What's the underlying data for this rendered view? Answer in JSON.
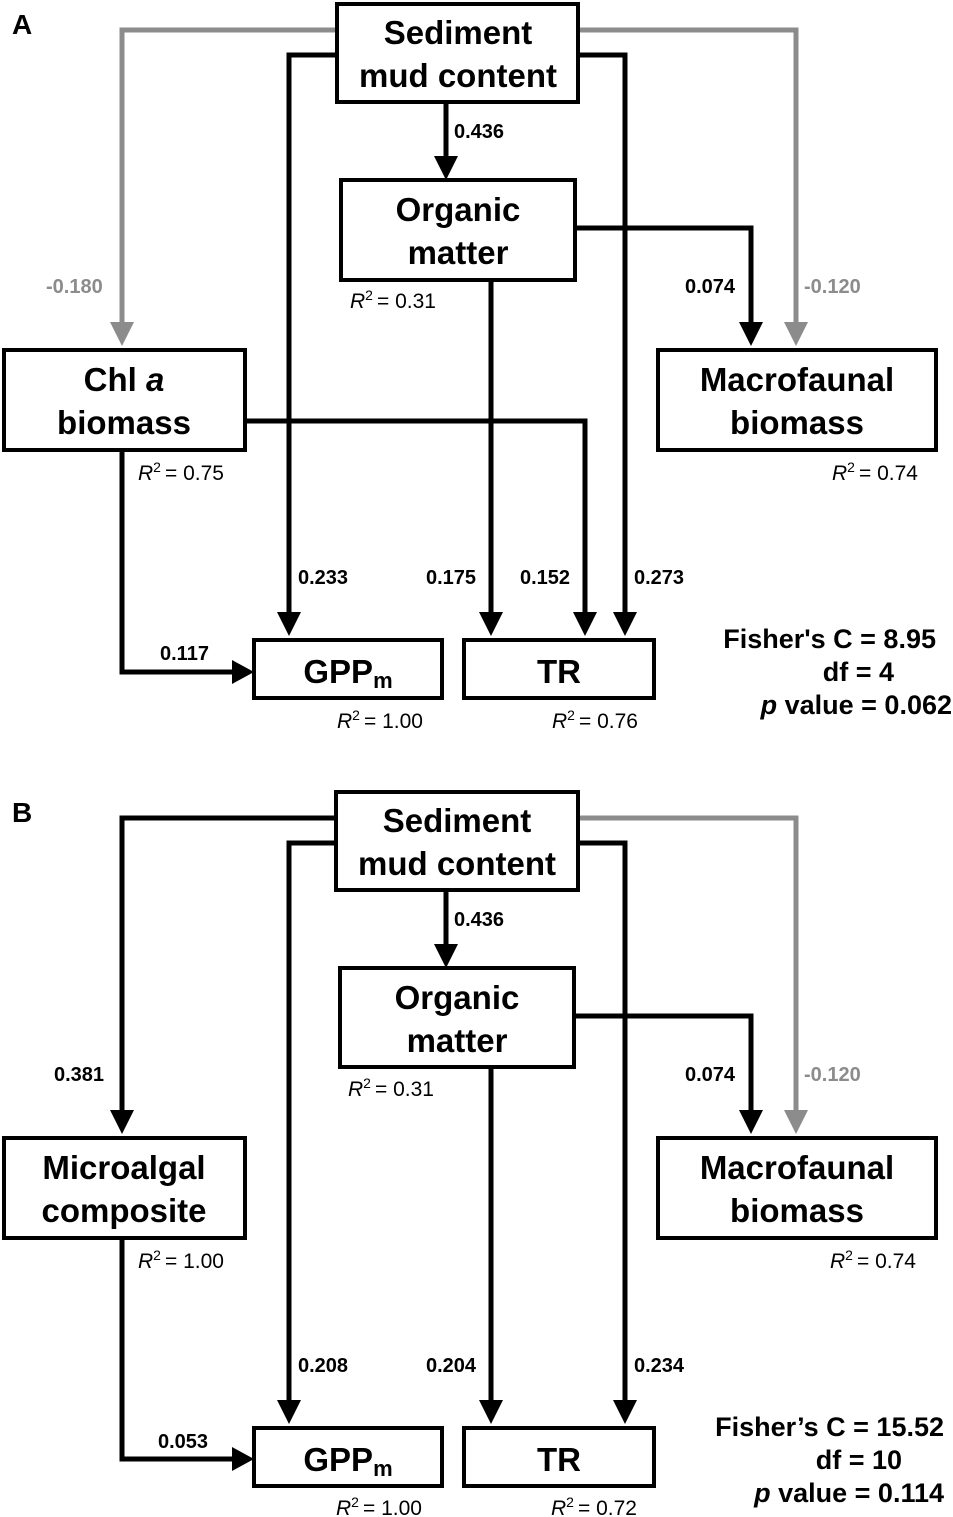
{
  "colors": {
    "positive": "#000000",
    "negative": "#8c8c8c"
  },
  "panelA": {
    "label": "A",
    "nodes": {
      "sediment": [
        "Sediment",
        "mud content"
      ],
      "organic": [
        "Organic",
        "matter"
      ],
      "chl": [
        "Chl a",
        "biomass"
      ],
      "macro": [
        "Macrofaunal",
        "biomass"
      ],
      "gpp": "GPP",
      "gpp_sub": "m",
      "tr": "TR"
    },
    "r2": {
      "organic": "= 0.31",
      "chl": "= 0.75",
      "macro": "= 0.74",
      "gpp": "= 1.00",
      "tr": "= 0.76"
    },
    "coefficients": {
      "sed_org": "0.436",
      "sed_chl": "-0.180",
      "sed_macro": "-0.120",
      "org_macro": "0.074",
      "sed_gpp": "0.233",
      "org_tr": "0.175",
      "chl_tr": "0.152",
      "sed_tr": "0.273",
      "chl_gpp": "0.117"
    },
    "stats": {
      "fisher": "Fisher's C = 8.95",
      "df": "df = 4",
      "p": "value = 0.062"
    }
  },
  "panelB": {
    "label": "B",
    "nodes": {
      "sediment": [
        "Sediment",
        "mud content"
      ],
      "organic": [
        "Organic",
        "matter"
      ],
      "micro": [
        "Microalgal",
        "composite"
      ],
      "macro": [
        "Macrofaunal",
        "biomass"
      ],
      "gpp": "GPP",
      "gpp_sub": "m",
      "tr": "TR"
    },
    "r2": {
      "organic": "= 0.31",
      "micro": "= 1.00",
      "macro": "= 0.74",
      "gpp": "= 1.00",
      "tr": "= 0.72"
    },
    "coefficients": {
      "sed_org": "0.436",
      "sed_micro": "0.381",
      "sed_macro": "-0.120",
      "org_macro": "0.074",
      "sed_gpp": "0.208",
      "org_tr": "0.204",
      "sed_tr": "0.234",
      "micro_gpp": "0.053"
    },
    "stats": {
      "fisher": "Fisher’s C = 15.52",
      "df": "df = 10",
      "p": "value = 0.114"
    }
  },
  "r2_label": "R",
  "r2_sup": "2",
  "p_label": "p"
}
